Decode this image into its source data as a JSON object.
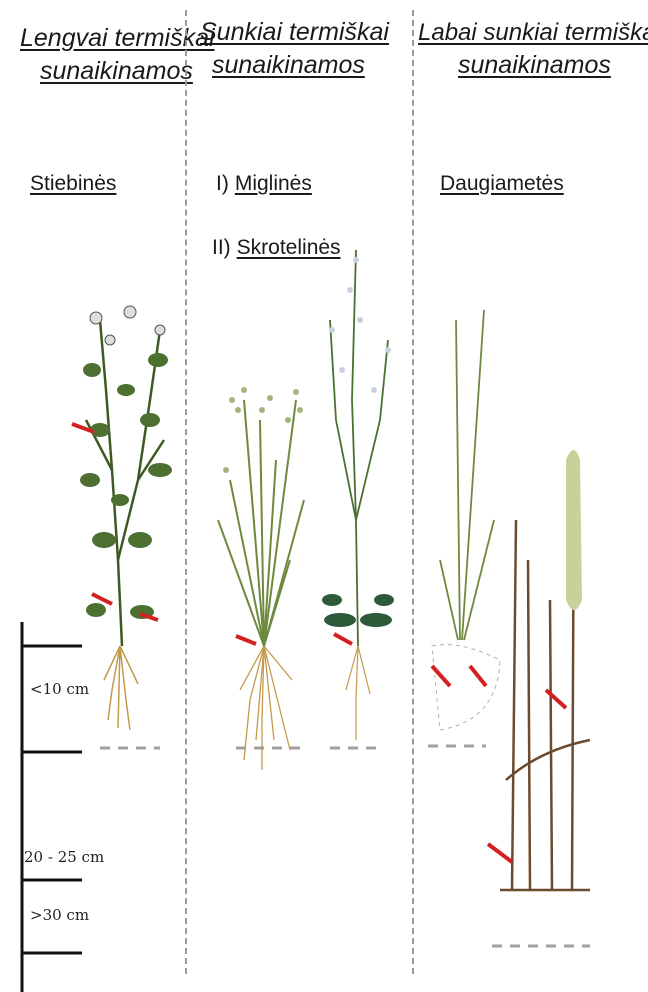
{
  "columns": [
    {
      "title_line1": "Lengvai termiškai",
      "title_line2": "sunaikinamos",
      "category": "Stiebinės"
    },
    {
      "title_line1": "Sunkiai termiškai",
      "title_line2": "sunaikinamos",
      "subcategories": [
        {
          "num": "I)",
          "label": "Miglinės"
        },
        {
          "num": "II)",
          "label": "Skrotelinės"
        }
      ]
    },
    {
      "title_line1": "Labai sunkiai termiškai",
      "title_line2": "sunaikinamos",
      "category": "Daugiametės"
    }
  ],
  "depth_scale": {
    "labels": [
      "<10 cm",
      "20 - 25 cm",
      ">30 cm"
    ]
  },
  "colors": {
    "arrow": "#d42020",
    "leaf_dark": "#3d5a24",
    "leaf_light": "#8aa55a",
    "root": "#c49a4a",
    "ground_dash": "#a0a0a0",
    "scale": "#111111"
  },
  "icons": {
    "plant_1": "weed-plant-icon",
    "plant_2": "grass-plant-icon",
    "plant_3": "flowering-plant-icon",
    "plant_4": "perennial-grass-icon",
    "plant_5": "horsetail-rhizome-icon"
  }
}
